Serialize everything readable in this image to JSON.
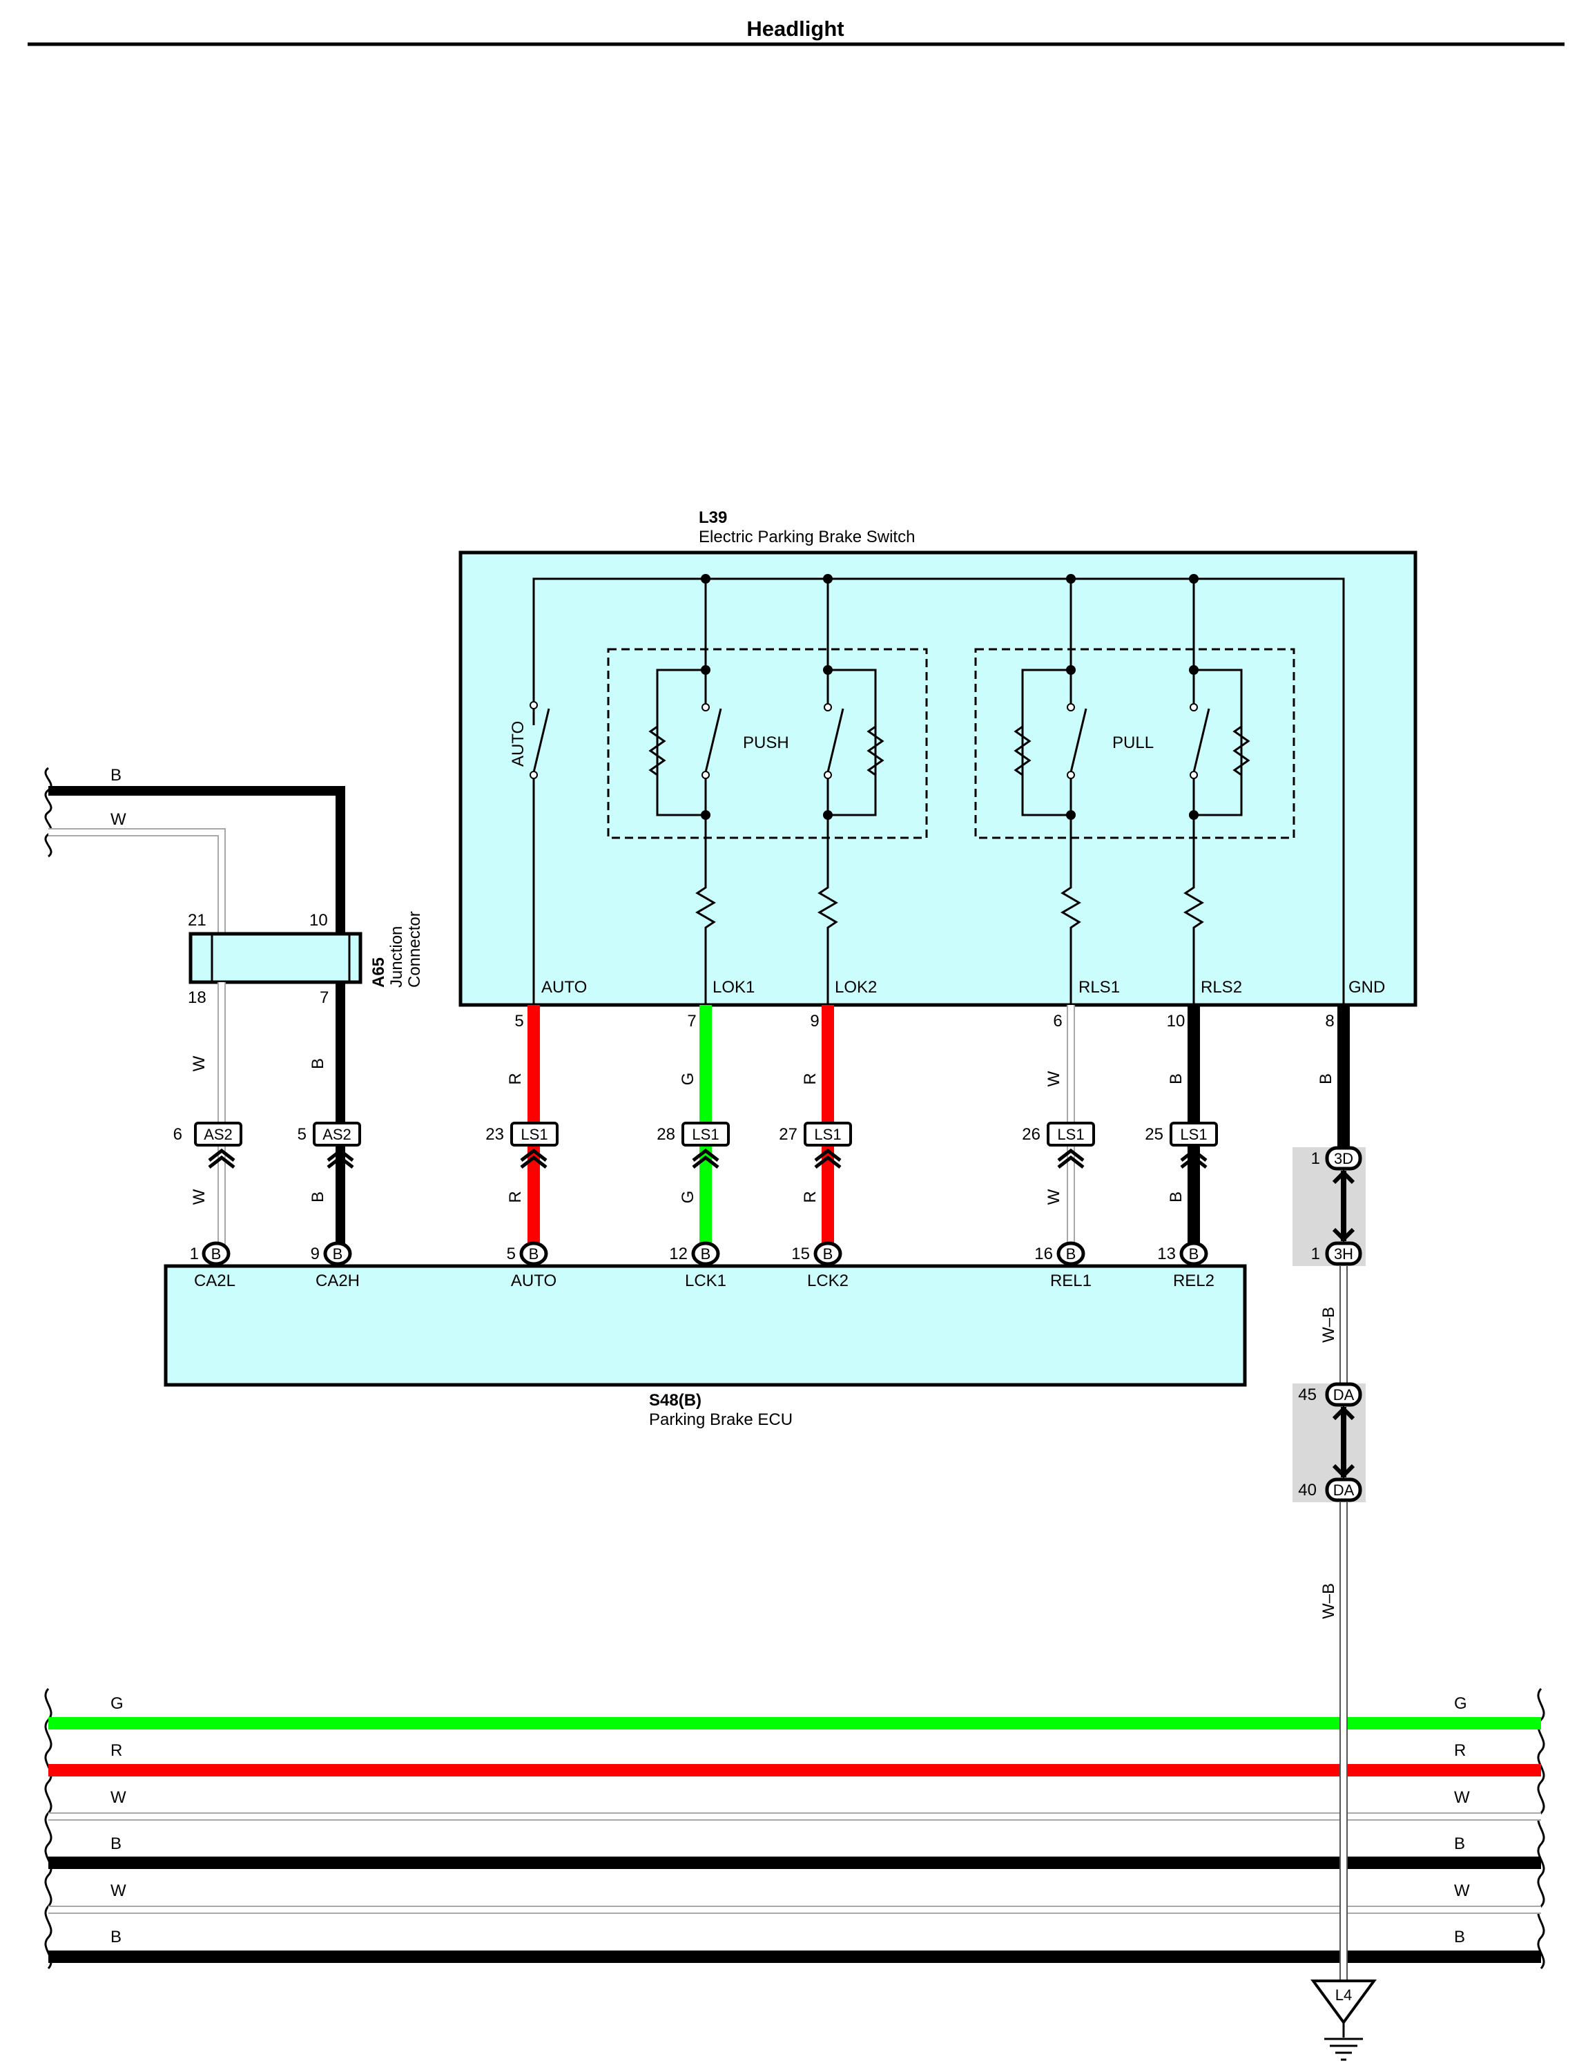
{
  "title": "Headlight",
  "colors": {
    "module_fill": "#ccfdfd",
    "black": "#000000",
    "red": "#ff0000",
    "green": "#00ff00",
    "white_wire": "#a8a8a8",
    "connector_gray": "#d9d9d9"
  },
  "switch_module": {
    "code": "L39",
    "name": "Electric Parking Brake Switch",
    "auto_switch_label": "AUTO",
    "push_label": "PUSH",
    "pull_label": "PULL",
    "terminals": [
      "AUTO",
      "LOK1",
      "LOK2",
      "RLS1",
      "RLS2",
      "GND"
    ]
  },
  "junction": {
    "code": "A65",
    "name_line1": "Junction",
    "name_line2": "Connector",
    "pins_top": [
      "21",
      "10"
    ],
    "pins_bottom": [
      "18",
      "7"
    ]
  },
  "ecu": {
    "code": "S48(B)",
    "name": "Parking Brake ECU",
    "terminals": [
      "CA2L",
      "CA2H",
      "AUTO",
      "LCK1",
      "LCK2",
      "REL1",
      "REL2"
    ]
  },
  "circuits": [
    {
      "upper_pin": "18",
      "upper_color": "W",
      "conn": "AS2",
      "conn_pin": "6",
      "lower_color": "W",
      "ecu_pin": "1",
      "ecu_conn": "B",
      "ecu_term": "CA2L"
    },
    {
      "upper_pin": "7",
      "upper_color": "B",
      "conn": "AS2",
      "conn_pin": "5",
      "lower_color": "B",
      "ecu_pin": "9",
      "ecu_conn": "B",
      "ecu_term": "CA2H"
    },
    {
      "upper_pin": "5",
      "upper_color": "R",
      "conn": "LS1",
      "conn_pin": "23",
      "lower_color": "R",
      "ecu_pin": "5",
      "ecu_conn": "B",
      "ecu_term": "AUTO"
    },
    {
      "upper_pin": "7",
      "upper_color": "G",
      "conn": "LS1",
      "conn_pin": "28",
      "lower_color": "G",
      "ecu_pin": "12",
      "ecu_conn": "B",
      "ecu_term": "LCK1"
    },
    {
      "upper_pin": "9",
      "upper_color": "R",
      "conn": "LS1",
      "conn_pin": "27",
      "lower_color": "R",
      "ecu_pin": "15",
      "ecu_conn": "B",
      "ecu_term": "LCK2"
    },
    {
      "upper_pin": "6",
      "upper_color": "W",
      "conn": "LS1",
      "conn_pin": "26",
      "lower_color": "W",
      "ecu_pin": "16",
      "ecu_conn": "B",
      "ecu_term": "REL1"
    },
    {
      "upper_pin": "10",
      "upper_color": "B",
      "conn": "LS1",
      "conn_pin": "25",
      "lower_color": "B",
      "ecu_pin": "13",
      "ecu_conn": "B",
      "ecu_term": "REL2"
    }
  ],
  "gnd_path": {
    "upper_pin": "8",
    "upper_color": "B",
    "conn1": {
      "pin": "1",
      "label": "3D"
    },
    "conn2": {
      "pin": "1",
      "label": "3H"
    },
    "mid_color": "W–B",
    "conn3": {
      "pin": "45",
      "label": "DA"
    },
    "conn4": {
      "pin": "40",
      "label": "DA"
    },
    "lower_color": "W–B",
    "ground": "L4"
  },
  "left_wires": [
    "B",
    "W"
  ],
  "bus_wires": [
    "G",
    "R",
    "W",
    "B",
    "W",
    "B"
  ]
}
